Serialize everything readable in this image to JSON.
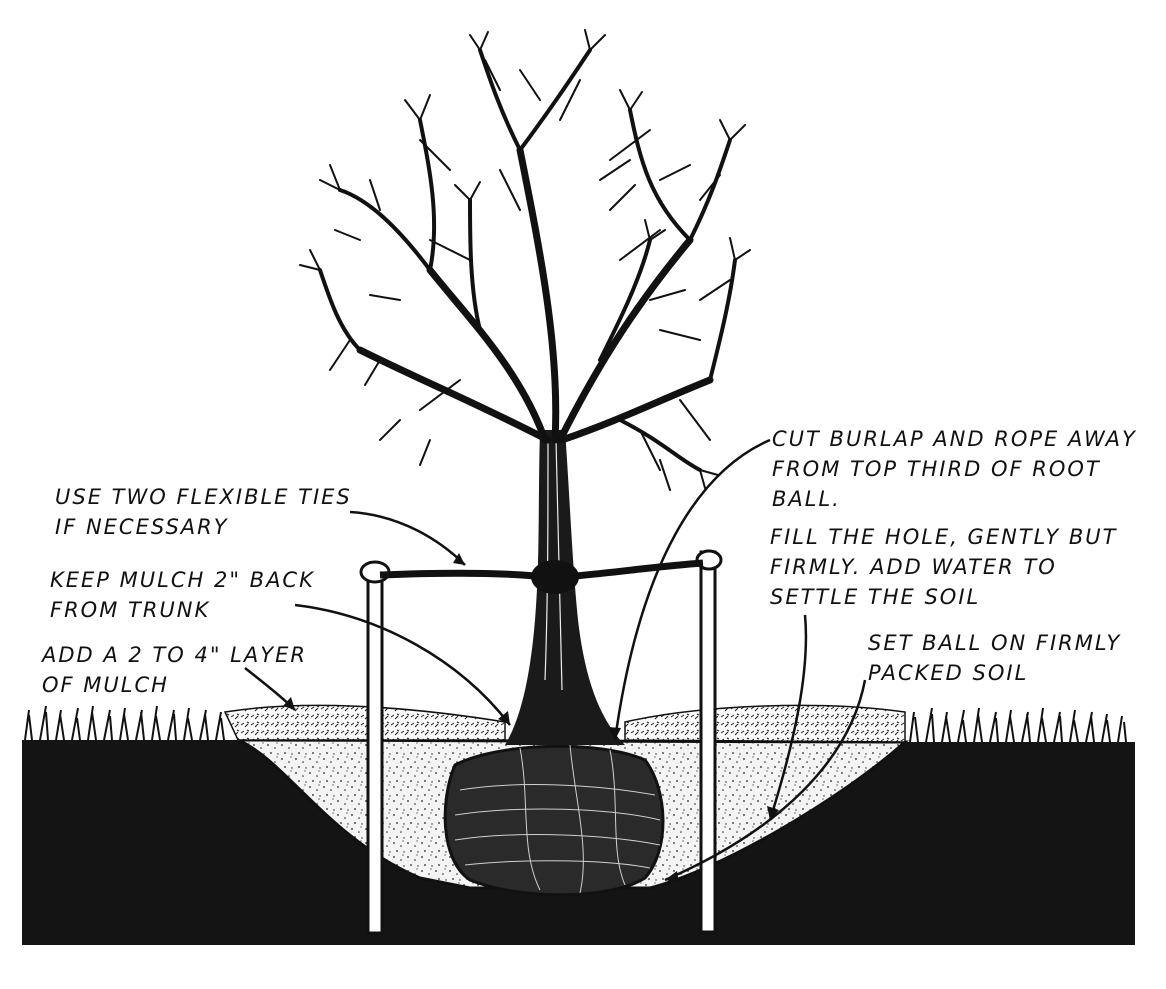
{
  "labels": {
    "ties": {
      "line1": "USE TWO FLEXIBLE TIES",
      "line2": "IF NECESSARY"
    },
    "mulch_back": {
      "line1": "KEEP MULCH 2\" BACK",
      "line2": "FROM TRUNK"
    },
    "mulch_layer": {
      "line1": "ADD A 2 TO 4\" LAYER",
      "line2": "OF MULCH"
    },
    "burlap": {
      "line1": "CUT BURLAP AND ROPE AWAY",
      "line2": "FROM TOP THIRD OF ROOT",
      "line3": "BALL."
    },
    "fill": {
      "line1": "FILL THE HOLE, GENTLY BUT",
      "line2": "FIRMLY. ADD WATER TO",
      "line3": "SETTLE THE SOIL"
    },
    "ball": {
      "line1": "SET BALL ON FIRMLY",
      "line2": "PACKED SOIL"
    }
  },
  "colors": {
    "ink": "#111111",
    "ground": "#141414",
    "backfill": "#f2f2f2",
    "paper": "#ffffff"
  }
}
